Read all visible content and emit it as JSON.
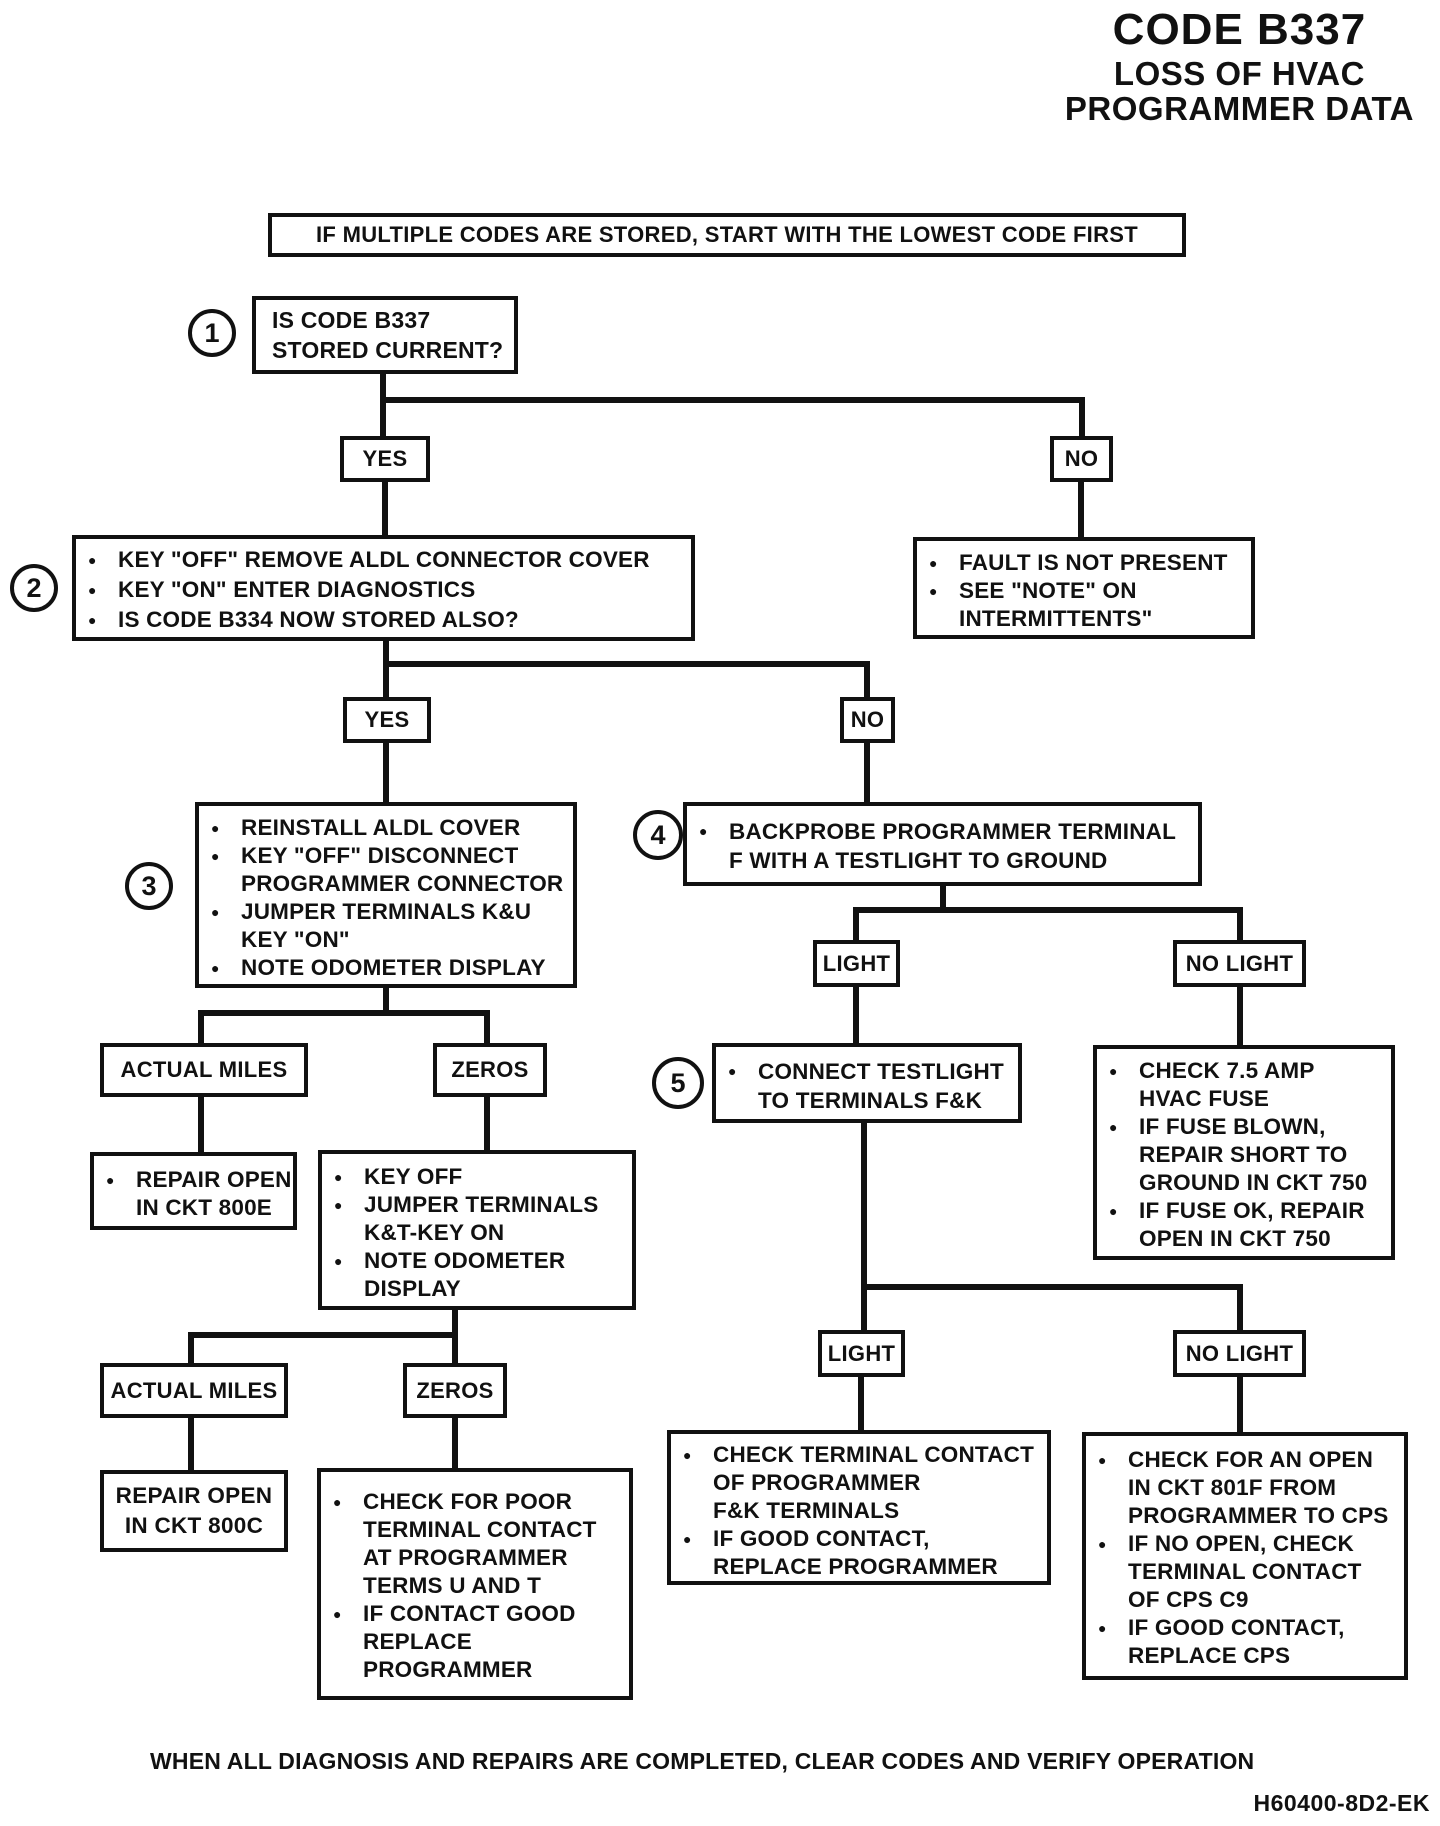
{
  "colors": {
    "ink": "#111111",
    "paper": "#ffffff"
  },
  "header": {
    "code": "CODE B337",
    "subtitle_line1": "LOSS OF HVAC",
    "subtitle_line2": "PROGRAMMER DATA"
  },
  "banner": {
    "text": "IF MULTIPLE CODES ARE STORED, START WITH THE LOWEST CODE FIRST"
  },
  "step_numbers": {
    "s1": "1",
    "s2": "2",
    "s3": "3",
    "s4": "4",
    "s5": "5"
  },
  "decision_labels": {
    "yes1": "YES",
    "no1": "NO",
    "yes2": "YES",
    "no2": "NO",
    "actual_miles_1": "ACTUAL MILES",
    "zeros_1": "ZEROS",
    "actual_miles_2": "ACTUAL MILES",
    "zeros_2": "ZEROS",
    "light_1": "LIGHT",
    "no_light_1": "NO LIGHT",
    "light_2": "LIGHT",
    "no_light_2": "NO LIGHT"
  },
  "boxes": {
    "q1": {
      "text": "IS CODE B337\nSTORED CURRENT?"
    },
    "step2": {
      "items": [
        {
          "bullet": true,
          "lines": [
            "KEY \"OFF\" REMOVE ALDL CONNECTOR COVER"
          ]
        },
        {
          "bullet": true,
          "lines": [
            "KEY \"ON\" ENTER DIAGNOSTICS"
          ]
        },
        {
          "bullet": true,
          "lines": [
            "IS CODE B334 NOW STORED ALSO?"
          ]
        }
      ]
    },
    "fault": {
      "items": [
        {
          "bullet": true,
          "lines": [
            "FAULT IS NOT PRESENT"
          ]
        },
        {
          "bullet": true,
          "lines": [
            "SEE \"NOTE\" ON",
            "INTERMITTENTS\""
          ]
        }
      ]
    },
    "step3": {
      "items": [
        {
          "bullet": true,
          "lines": [
            "REINSTALL ALDL COVER"
          ]
        },
        {
          "bullet": true,
          "lines": [
            "KEY \"OFF\" DISCONNECT",
            "PROGRAMMER CONNECTOR"
          ]
        },
        {
          "bullet": true,
          "lines": [
            "JUMPER TERMINALS K&U",
            "KEY \"ON\""
          ]
        },
        {
          "bullet": true,
          "lines": [
            "NOTE ODOMETER DISPLAY"
          ]
        }
      ]
    },
    "step4": {
      "items": [
        {
          "bullet": true,
          "lines": [
            "BACKPROBE PROGRAMMER TERMINAL",
            "F WITH A TESTLIGHT TO GROUND"
          ]
        }
      ]
    },
    "repair_800e": {
      "items": [
        {
          "bullet": true,
          "lines": [
            "REPAIR OPEN",
            "IN CKT 800E"
          ]
        }
      ]
    },
    "key_off": {
      "items": [
        {
          "bullet": true,
          "lines": [
            "KEY OFF"
          ]
        },
        {
          "bullet": true,
          "lines": [
            "JUMPER TERMINALS",
            "K&T-KEY ON"
          ]
        },
        {
          "bullet": true,
          "lines": [
            "NOTE ODOMETER",
            "DISPLAY"
          ]
        }
      ]
    },
    "repair_800c": {
      "text": "REPAIR OPEN\nIN CKT 800C"
    },
    "check_poor": {
      "items": [
        {
          "bullet": true,
          "lines": [
            "CHECK FOR POOR",
            "TERMINAL CONTACT",
            "AT PROGRAMMER",
            "TERMS U AND T"
          ]
        },
        {
          "bullet": true,
          "lines": [
            "IF CONTACT GOOD",
            "REPLACE",
            "PROGRAMMER"
          ]
        }
      ]
    },
    "step5": {
      "items": [
        {
          "bullet": true,
          "lines": [
            "CONNECT TESTLIGHT",
            "TO TERMINALS F&K"
          ]
        }
      ]
    },
    "fuse": {
      "items": [
        {
          "bullet": true,
          "lines": [
            "CHECK 7.5 AMP",
            "HVAC FUSE"
          ]
        },
        {
          "bullet": true,
          "lines": [
            "IF FUSE BLOWN,",
            "REPAIR SHORT TO",
            "GROUND IN CKT 750"
          ]
        },
        {
          "bullet": true,
          "lines": [
            "IF FUSE OK, REPAIR",
            "OPEN IN CKT 750"
          ]
        }
      ]
    },
    "check_terminal": {
      "items": [
        {
          "bullet": true,
          "lines": [
            "CHECK TERMINAL CONTACT",
            "OF PROGRAMMER",
            "F&K TERMINALS"
          ]
        },
        {
          "bullet": true,
          "lines": [
            "IF GOOD CONTACT,",
            "REPLACE PROGRAMMER"
          ]
        }
      ]
    },
    "check_open": {
      "items": [
        {
          "bullet": true,
          "lines": [
            "CHECK FOR AN OPEN",
            "IN CKT 801F FROM",
            "PROGRAMMER TO CPS"
          ]
        },
        {
          "bullet": true,
          "lines": [
            "IF NO OPEN, CHECK",
            "TERMINAL CONTACT",
            "OF CPS C9"
          ]
        },
        {
          "bullet": true,
          "lines": [
            "IF GOOD CONTACT,",
            "REPLACE CPS"
          ]
        }
      ]
    }
  },
  "footer": {
    "note": "WHEN ALL DIAGNOSIS AND REPAIRS ARE COMPLETED, CLEAR CODES AND VERIFY OPERATION",
    "doc_id": "H60400-8D2-EK"
  }
}
